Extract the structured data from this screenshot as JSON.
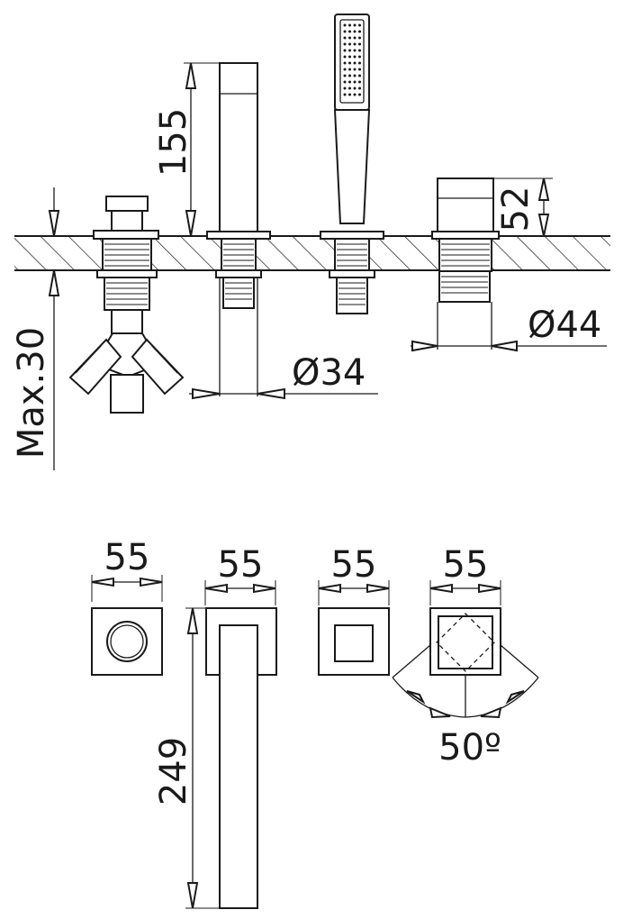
{
  "dimensions": {
    "spout_height": "155",
    "handset_base_height": "52",
    "max_deck_thickness": "Max.30",
    "diameter_34": "Ø34",
    "diameter_44": "Ø44",
    "plate_width_1": "55",
    "plate_width_2": "55",
    "plate_width_3": "55",
    "plate_width_4": "55",
    "spout_projection": "249",
    "rotation_angle": "50º"
  }
}
